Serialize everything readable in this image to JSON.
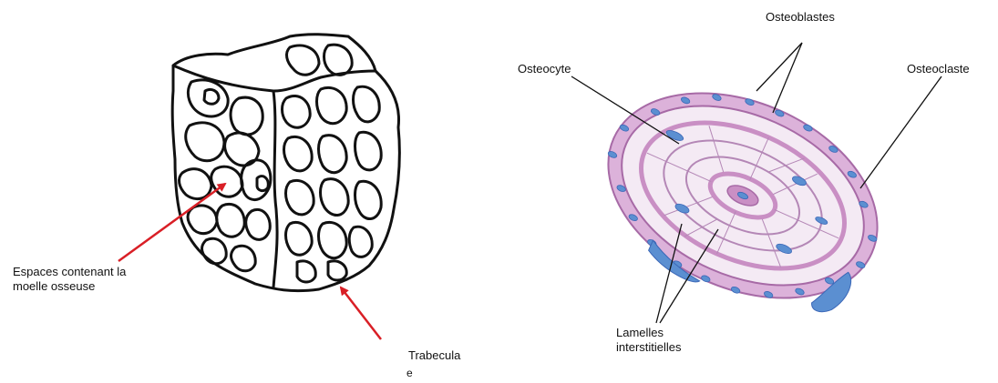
{
  "colors": {
    "arrow": "#d91f26",
    "outline": "#111111",
    "tissue_light": "#f4eaf4",
    "tissue_pink": "#c98fc4",
    "tissue_dark": "#a76aa6",
    "cell_blue": "#5b8fd1",
    "nucleus_blue": "#3b67b7",
    "fiber": "#b487b6"
  },
  "left_diagram": {
    "label_espaces_line1": "Espaces contenant la",
    "label_espaces_line2": "moelle osseuse",
    "label_trabecula": "Trabecula",
    "label_trabecula_suffix": "e"
  },
  "right_diagram": {
    "label_osteoblastes": "Osteoblastes",
    "label_osteocyte": "Osteocyte",
    "label_osteoclaste": "Osteoclaste",
    "label_lamelles_line1": "Lamelles",
    "label_lamelles_line2": "interstitielles"
  }
}
